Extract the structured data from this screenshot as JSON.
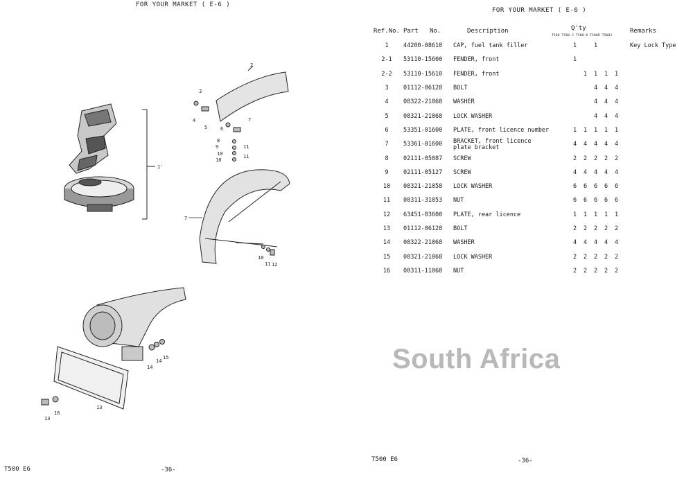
{
  "left_page": {
    "header": "FOR YOUR MARKET ( E-6 )",
    "footer_model": "T500 E6",
    "footer_page": "-36-",
    "callouts": [
      "1'",
      "2",
      "3",
      "4",
      "5",
      "6",
      "7",
      "8",
      "9",
      "10",
      "10",
      "11",
      "11",
      "7",
      "10",
      "11",
      "12",
      "13",
      "14",
      "14",
      "15",
      "16",
      "13"
    ]
  },
  "right_page": {
    "header": "FOR YOUR MARKET ( E-6 )",
    "footer_model": "T500 E6",
    "footer_page": "-36-",
    "watermark": "South Africa",
    "columns": {
      "ref": "Ref.No.",
      "part": "Part",
      "no": "No.",
      "description": "Description",
      "qty": "Q'ty",
      "remarks": "Remarks",
      "models": "T500 T500-J T500-K T500R T500J"
    },
    "rows": [
      {
        "ref": "1",
        "part": "44200-08610",
        "desc": "CAP, fuel tank filler",
        "desc2": "",
        "q": [
          "1",
          "",
          "1",
          "",
          ""
        ],
        "remarks": "Key Lock Type"
      },
      {
        "ref": "2-1",
        "part": "53110-15600",
        "desc": "FENDER, front",
        "desc2": "",
        "q": [
          "1",
          "",
          "",
          "",
          ""
        ],
        "remarks": ""
      },
      {
        "ref": "2-2",
        "part": "53110-15610",
        "desc": "FENDER, front",
        "desc2": "",
        "q": [
          "",
          "1",
          "1",
          "1",
          "1"
        ],
        "remarks": ""
      },
      {
        "ref": "3",
        "part": "01112-06128",
        "desc": "BOLT",
        "desc2": "",
        "q": [
          "",
          "",
          "4",
          "4",
          "4"
        ],
        "remarks": ""
      },
      {
        "ref": "4",
        "part": "08322-21068",
        "desc": "WASHER",
        "desc2": "",
        "q": [
          "",
          "",
          "4",
          "4",
          "4"
        ],
        "remarks": ""
      },
      {
        "ref": "5",
        "part": "08321-21068",
        "desc": "LOCK WASHER",
        "desc2": "",
        "q": [
          "",
          "",
          "4",
          "4",
          "4"
        ],
        "remarks": ""
      },
      {
        "ref": "6",
        "part": "53351-01600",
        "desc": "PLATE, front licence number",
        "desc2": "",
        "q": [
          "1",
          "1",
          "1",
          "1",
          "1"
        ],
        "remarks": ""
      },
      {
        "ref": "7",
        "part": "53361-01600",
        "desc": "BRACKET, front licence",
        "desc2": "plate bracket",
        "q": [
          "4",
          "4",
          "4",
          "4",
          "4"
        ],
        "remarks": ""
      },
      {
        "ref": "8",
        "part": "02111-05087",
        "desc": "SCREW",
        "desc2": "",
        "q": [
          "2",
          "2",
          "2",
          "2",
          "2"
        ],
        "remarks": ""
      },
      {
        "ref": "9",
        "part": "02111-05127",
        "desc": "SCREW",
        "desc2": "",
        "q": [
          "4",
          "4",
          "4",
          "4",
          "4"
        ],
        "remarks": ""
      },
      {
        "ref": "10",
        "part": "08321-21058",
        "desc": "LOCK WASHER",
        "desc2": "",
        "q": [
          "6",
          "6",
          "6",
          "6",
          "6"
        ],
        "remarks": ""
      },
      {
        "ref": "11",
        "part": "08311-31053",
        "desc": "NUT",
        "desc2": "",
        "q": [
          "6",
          "6",
          "6",
          "6",
          "6"
        ],
        "remarks": ""
      },
      {
        "ref": "12",
        "part": "63451-03600",
        "desc": "PLATE, rear licence",
        "desc2": "",
        "q": [
          "1",
          "1",
          "1",
          "1",
          "1"
        ],
        "remarks": ""
      },
      {
        "ref": "13",
        "part": "01112-06128",
        "desc": "BOLT",
        "desc2": "",
        "q": [
          "2",
          "2",
          "2",
          "2",
          "2"
        ],
        "remarks": ""
      },
      {
        "ref": "14",
        "part": "08322-21068",
        "desc": "WASHER",
        "desc2": "",
        "q": [
          "4",
          "4",
          "4",
          "4",
          "4"
        ],
        "remarks": ""
      },
      {
        "ref": "15",
        "part": "08321-21068",
        "desc": "LOCK WASHER",
        "desc2": "",
        "q": [
          "2",
          "2",
          "2",
          "2",
          "2"
        ],
        "remarks": ""
      },
      {
        "ref": "16",
        "part": "08311-11068",
        "desc": "NUT",
        "desc2": "",
        "q": [
          "2",
          "2",
          "2",
          "2",
          "2"
        ],
        "remarks": ""
      }
    ]
  },
  "colors": {
    "ink": "#1a1a1a",
    "watermark": "#b8b8b8",
    "paper": "#ffffff"
  }
}
